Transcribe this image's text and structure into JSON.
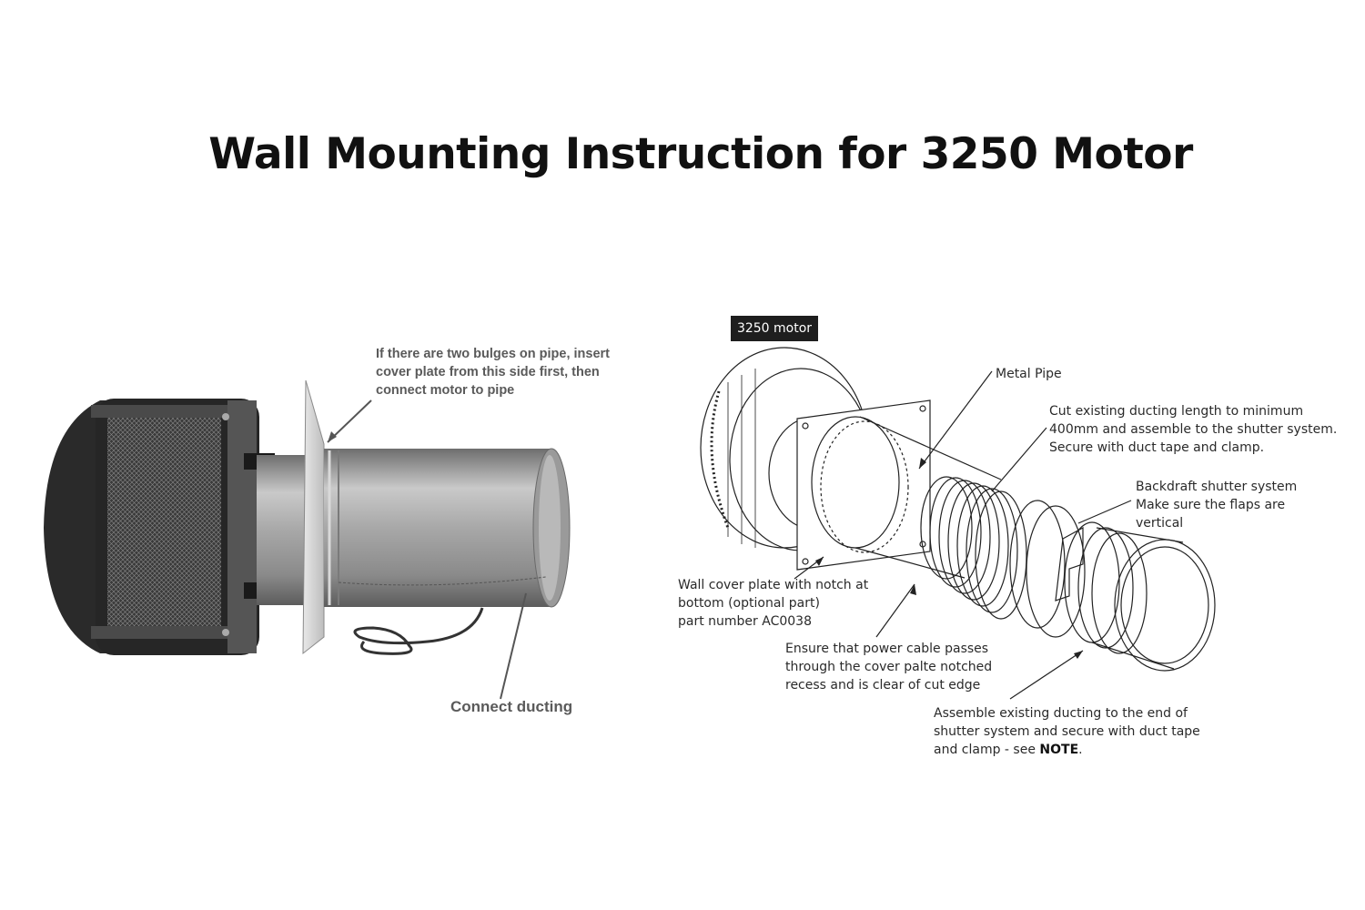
{
  "title": "Wall Mounting Instruction for 3250 Motor",
  "photo": {
    "cover_plate_note": "If there are two bulges on pipe, insert\ncover plate from this side first, then\nconnect motor to pipe",
    "connect_ducting": "Connect ducting"
  },
  "diagram": {
    "motor_tag": "3250 motor",
    "metal_pipe": "Metal Pipe",
    "cut_ducting": "Cut existing ducting length to minimum\n400mm and assemble to the shutter system.\nSecure with duct tape and clamp.",
    "backdraft": "Backdraft shutter system\nMake sure the flaps are\nvertical",
    "wall_cover_plate": "Wall cover plate with notch at\nbottom (optional part)\npart number AC0038",
    "power_cable": "Ensure that power cable passes\nthrough the cover palte notched\nrecess and is clear of cut edge",
    "assemble_ducting": "Assemble existing ducting to the end of\nshutter system and secure with duct tape\nand clamp - see ",
    "note_word": "NOTE",
    "note_end": "."
  }
}
